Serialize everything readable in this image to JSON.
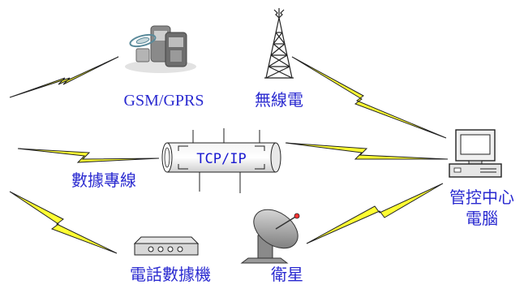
{
  "labels": {
    "gsm_gprs": "GSM/GPRS",
    "radio": "無線電",
    "leased_line": "數據專線",
    "tcp_ip": "TCP/IP",
    "control_center_line1": "管控中心",
    "control_center_line2": "電腦",
    "dial_up_modem": "電話數據機",
    "satellite": "衛星"
  },
  "colors": {
    "label_text": "#2a2ad0",
    "bolt_fill": "#ffff33",
    "bolt_stroke": "#222222"
  },
  "icons": [
    "gsm-phones-icon",
    "radio-tower-icon",
    "tcp-ip-pipe-icon",
    "computer-icon",
    "modem-icon",
    "satellite-dish-icon"
  ]
}
